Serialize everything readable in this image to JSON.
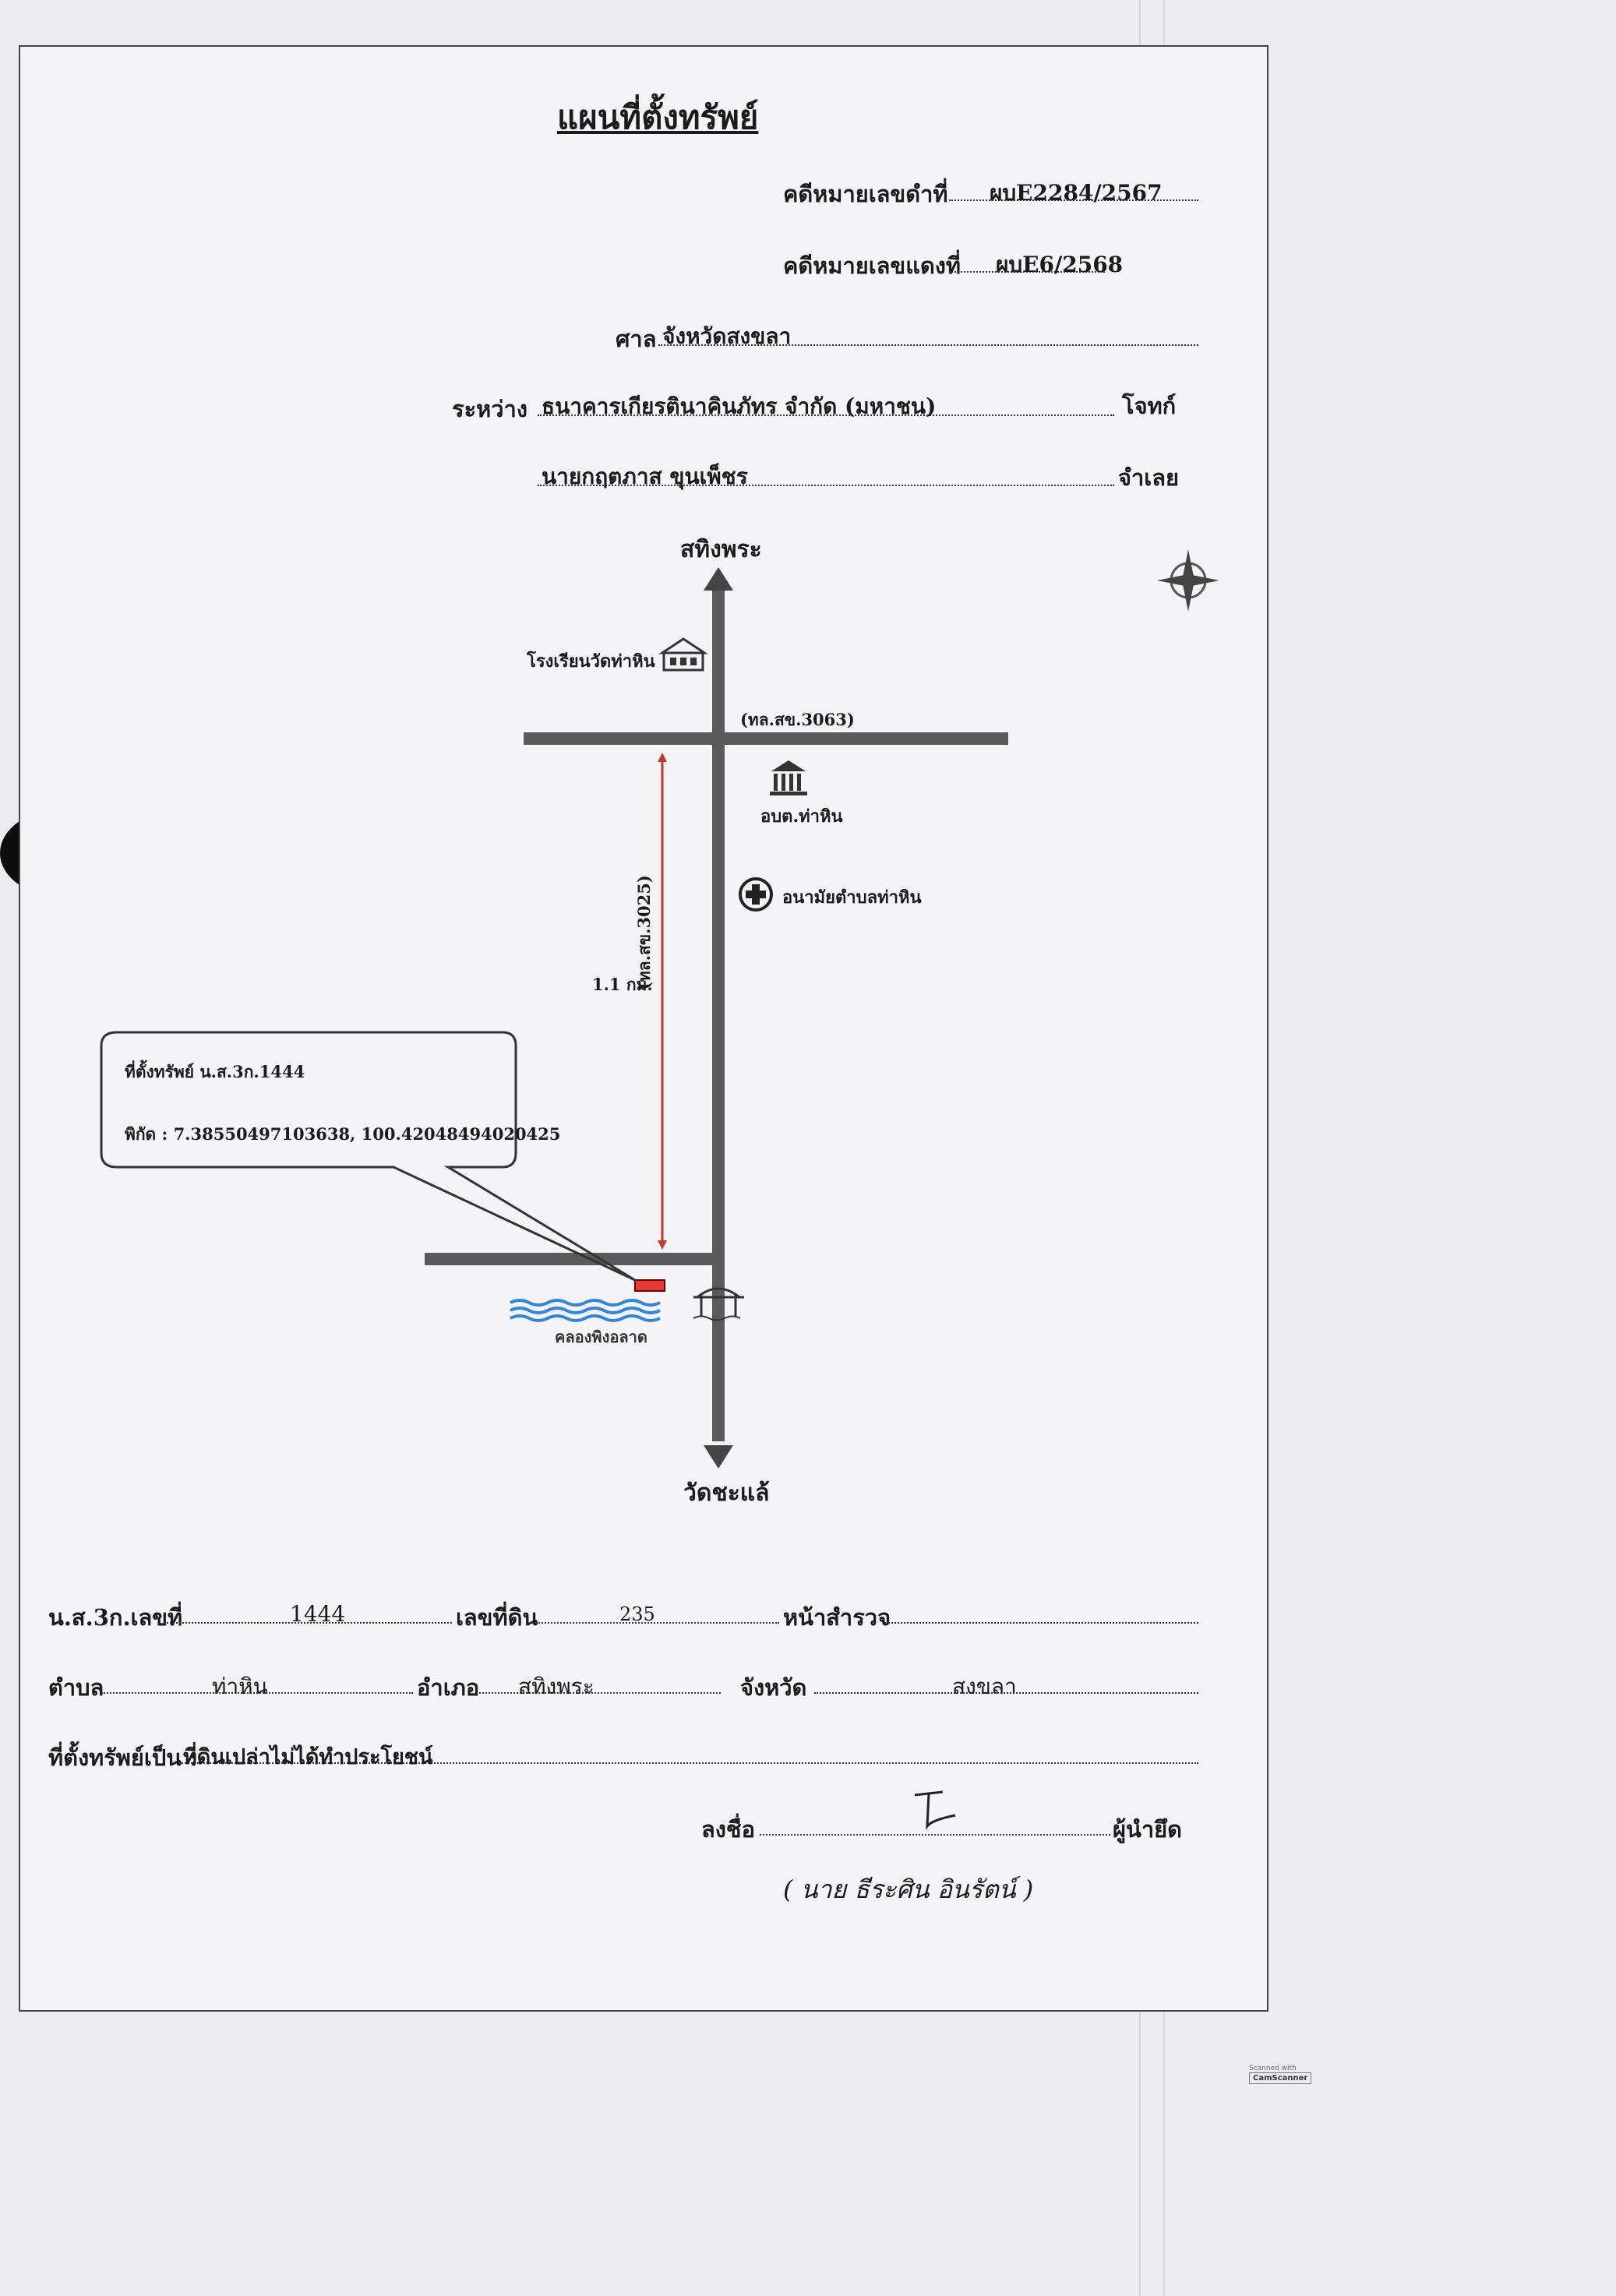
{
  "document": {
    "title": "แผนที่ตั้งทรัพย์",
    "case_black_label": "คดีหมายเลขดำที่",
    "case_black_value": "ผบE2284/2567",
    "case_red_label": "คดีหมายเลขแดงที่",
    "case_red_value": "ผบE6/2568",
    "court_label": "ศาล",
    "court_value": "จังหวัดสงขลา",
    "between_label": "ระหว่าง",
    "plaintiff_value": "ธนาคารเกียรตินาคินภัทร จำกัด (มหาชน)",
    "plaintiff_role": "โจทก์",
    "defendant_value": "นายกฤตภาส ขุนเพ็ชร",
    "defendant_role": "จำเลย"
  },
  "map": {
    "north_dest": "สทิงพระ",
    "south_dest": "วัดชะแล้",
    "school": "โรงเรียนวัดท่าหิน",
    "road_h": "(ทล.สข.3063)",
    "road_v": "(ทล.สข.3025)",
    "obt": "อบต.ท่าหิน",
    "health": "อนามัยตำบลท่าหิน",
    "distance": "1.1 กม.",
    "canal": "คลองพิงอลาด",
    "callout_line1": "ที่ตั้งทรัพย์ น.ส.3ก.1444",
    "callout_line2": "พิกัด : 7.38550497103638, 100.42048494020425"
  },
  "footer": {
    "doc_label": "น.ส.3ก.เลขที่",
    "doc_value": "1444",
    "land_no_label": "เลขที่ดิน",
    "land_no_value": "235",
    "survey_label": "หน้าสำรวจ",
    "survey_value": "",
    "tambon_label": "ตำบล",
    "tambon_value": "ท่าหิน",
    "amphoe_label": "อำเภอ",
    "amphoe_value": "สทิงพระ",
    "province_label": "จังหวัด",
    "province_value": "สงขลา",
    "property_label": "ที่ตั้งทรัพย์เป็น :",
    "property_value": "ที่ดินเปล่าไม่ได้ทำประโยชน์",
    "sign_label": "ลงชื่อ",
    "sign_role": "ผู้นำยึด",
    "signer_name": "( นาย ธีระศิน  อินรัตน์  )"
  },
  "scanner_badge": {
    "line1": "Scanned with",
    "line2": "CamScanner"
  },
  "colors": {
    "road": "#5a5a5a",
    "distance_arrow": "#c0392b",
    "marker": "#e53935",
    "canal": "#2e86de"
  }
}
